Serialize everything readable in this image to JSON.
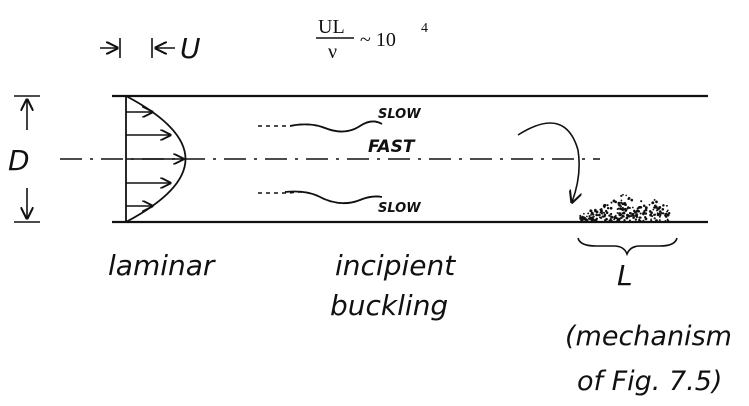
{
  "formula": {
    "numerator": "UL",
    "denominator": "ν",
    "relation": "~ 10",
    "exponent": "4"
  },
  "velocity_label": "U",
  "diameter_label": "D",
  "flow_labels": {
    "slow_top": "SLOW",
    "fast": "FAST",
    "slow_bottom": "SLOW"
  },
  "region_labels": {
    "laminar": "laminar",
    "incipient_line1": "incipient",
    "incipient_line2": "buckling",
    "length": "L",
    "mechanism_line1": "(mechanism",
    "mechanism_line2": "of Fig. 7.5)"
  },
  "colors": {
    "ink": "#111111",
    "background": "#ffffff"
  }
}
